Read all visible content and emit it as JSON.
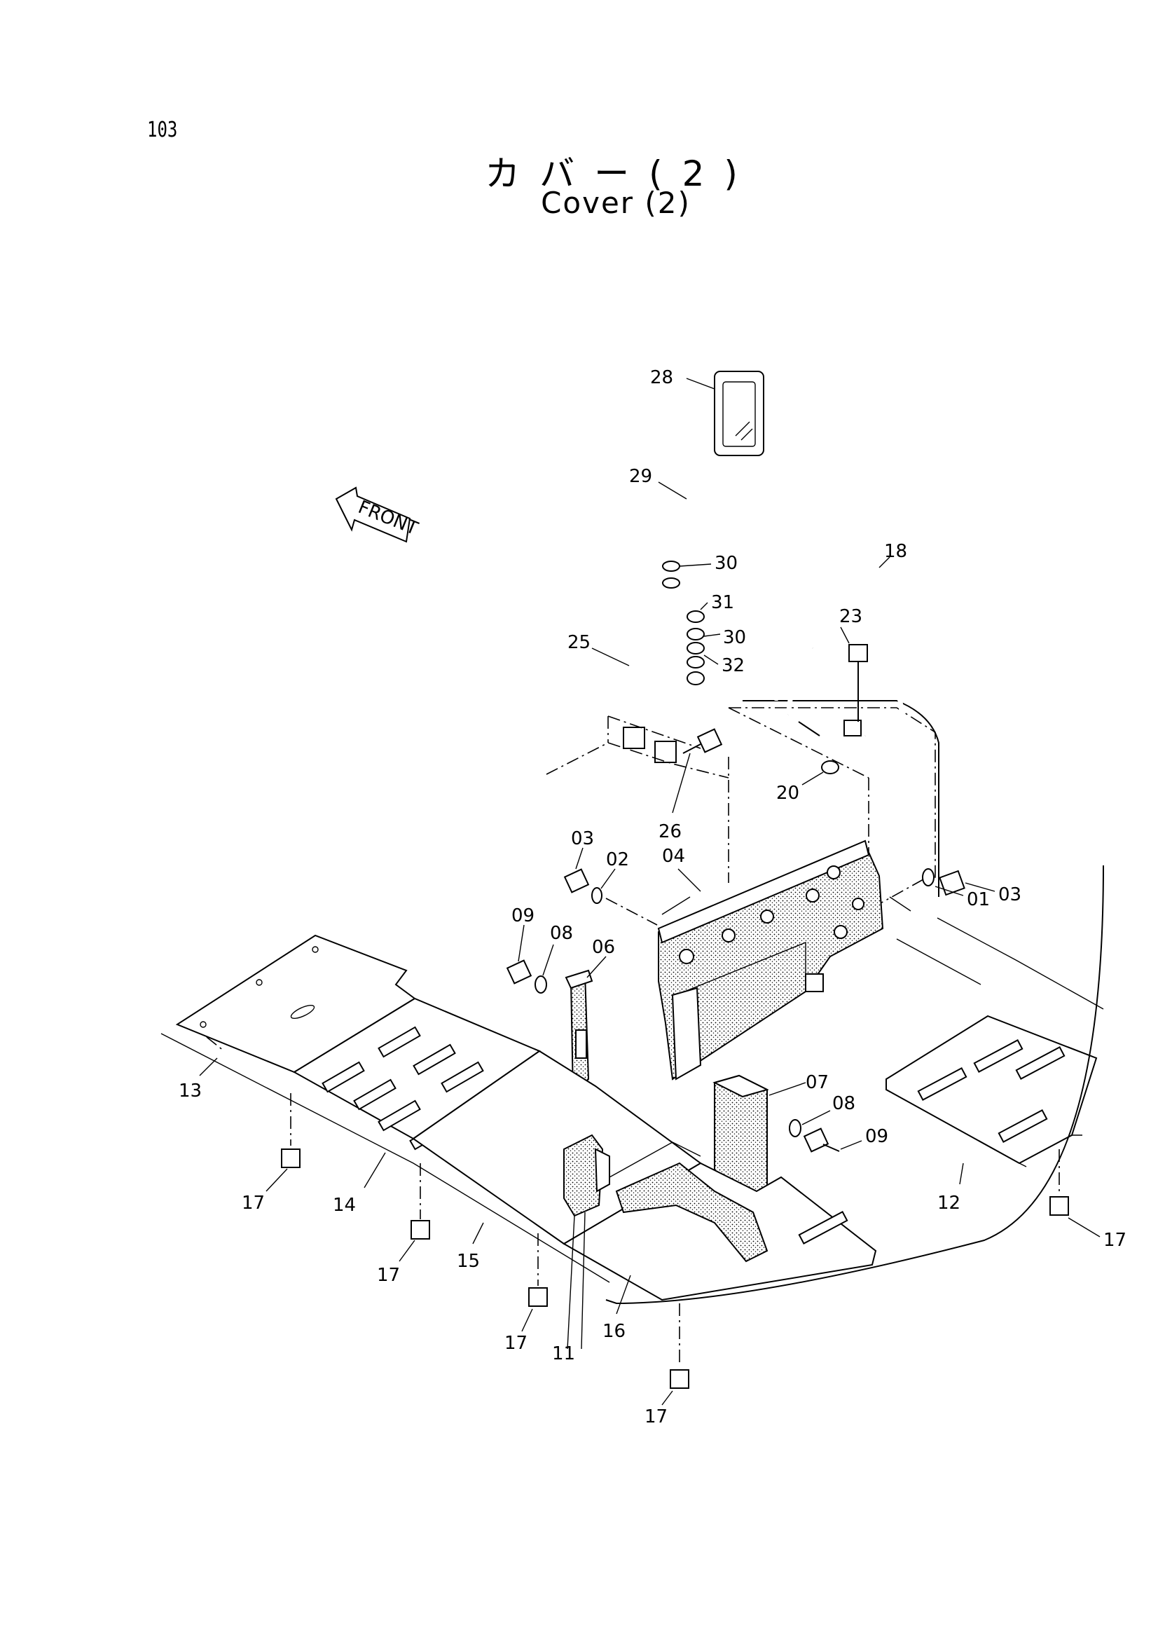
{
  "page_number": "103",
  "title_jp": "カバー(2)",
  "title_en": "Cover (2)",
  "front_arrow_label": "FRONT",
  "labels": {
    "p28": "28",
    "p29": "29",
    "p30a": "30",
    "p31": "31",
    "p30b": "30",
    "p32": "32",
    "p25": "25",
    "p18": "18",
    "p23": "23",
    "p26": "26",
    "p20": "20",
    "p03a": "03",
    "p02": "02",
    "p04": "04",
    "p03b": "03",
    "p01": "01",
    "p09a": "09",
    "p08a": "08",
    "p06": "06",
    "p07": "07",
    "p08b": "08",
    "p09b": "09",
    "p13": "13",
    "p14": "14",
    "p15": "15",
    "p16": "16",
    "p11": "11",
    "p12": "12",
    "p17a": "17",
    "p17b": "17",
    "p17c": "17",
    "p17d": "17",
    "p17e": "17"
  }
}
